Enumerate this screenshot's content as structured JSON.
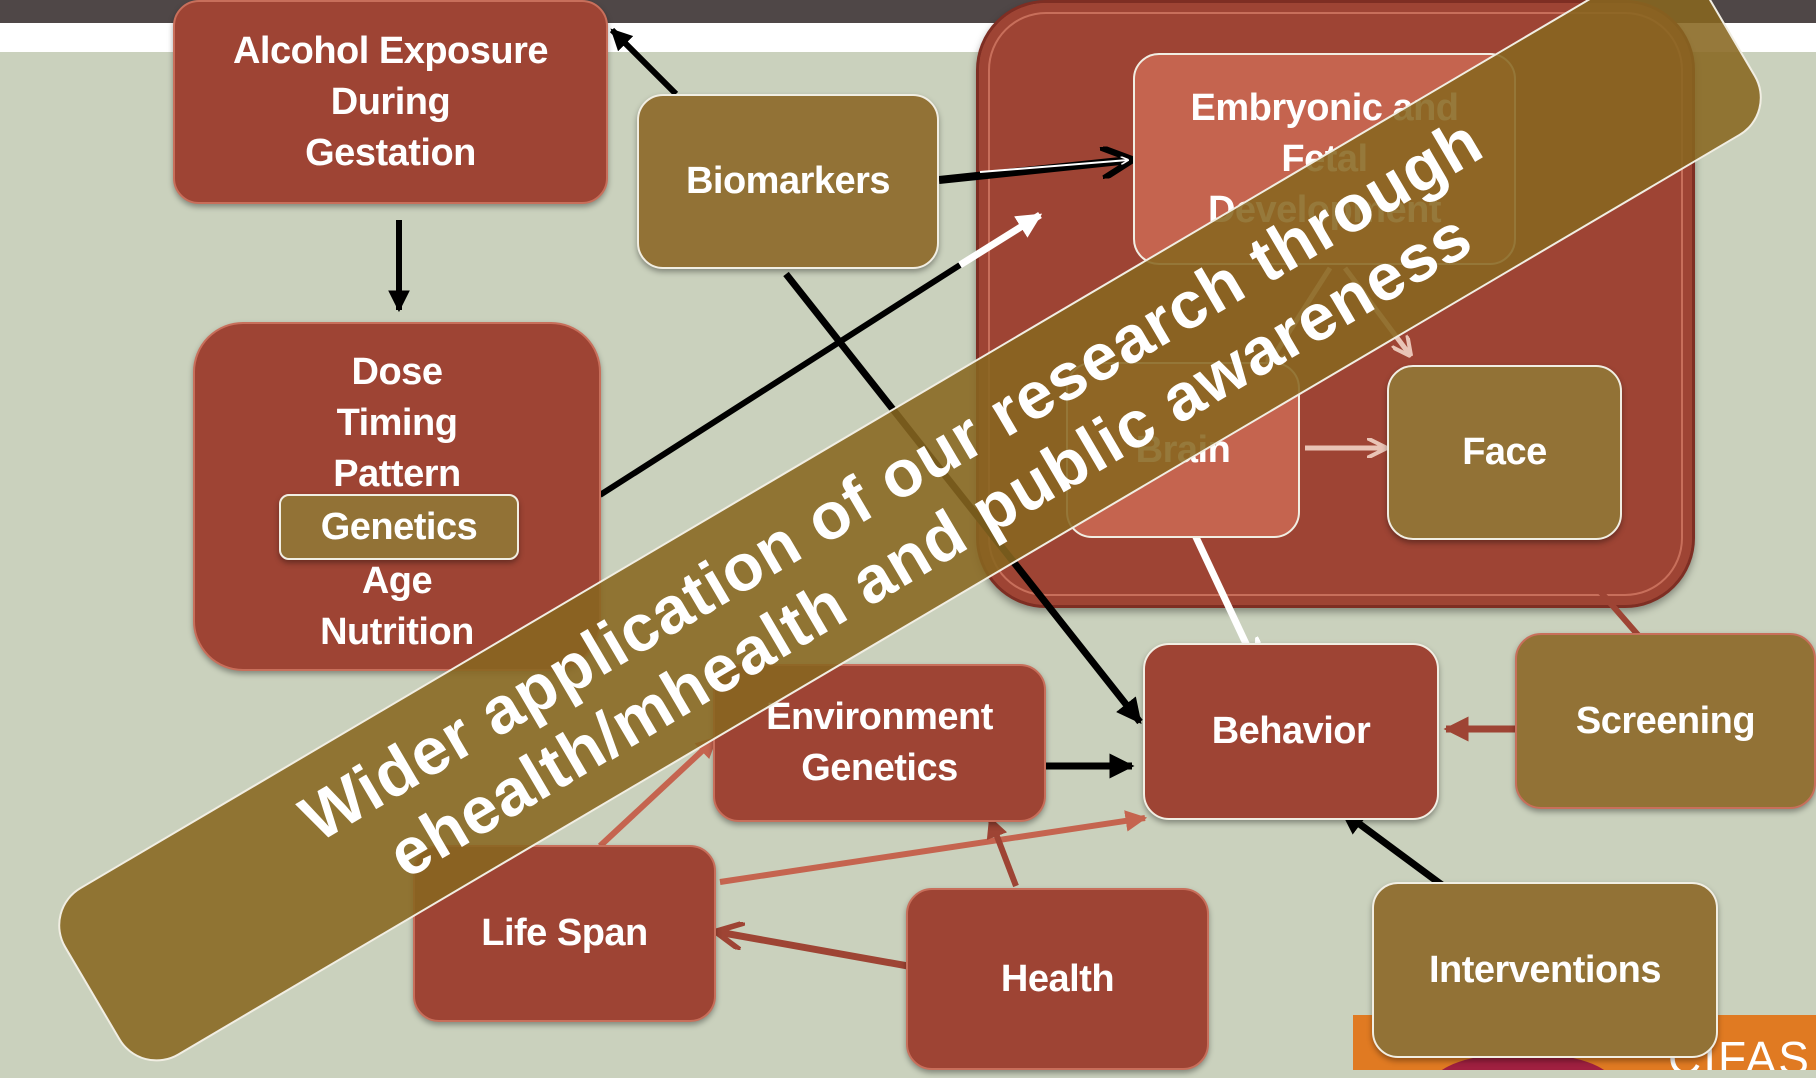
{
  "nodes": {
    "alcohol_exposure": [
      "Alcohol Exposure",
      "During",
      "Gestation"
    ],
    "biomarkers": "Biomarkers",
    "embryonic": [
      "Embryonic and",
      "Fetal",
      "Development"
    ],
    "brain": "Brain",
    "face": "Face",
    "dose_factors_top": [
      "Dose",
      "Timing",
      "Pattern"
    ],
    "genetics": "Genetics",
    "dose_factors_bottom": [
      "Age",
      "Nutrition"
    ],
    "environment": [
      "Environment",
      "Genetics"
    ],
    "behavior": "Behavior",
    "screening": "Screening",
    "life_span": "Life Span",
    "health": "Health",
    "interventions": "Interventions"
  },
  "banner": {
    "line1": "Wider application of our research through",
    "line2": "ehealth/mhealth and public awareness"
  },
  "logo_text": "CIFAS",
  "colors": {
    "background": "#cad1bd",
    "red_node": "#9e4434",
    "gold_node": "#927236",
    "salmon_node": "#c5644f",
    "banner": "#876720",
    "top_bar": "#4f4747"
  }
}
